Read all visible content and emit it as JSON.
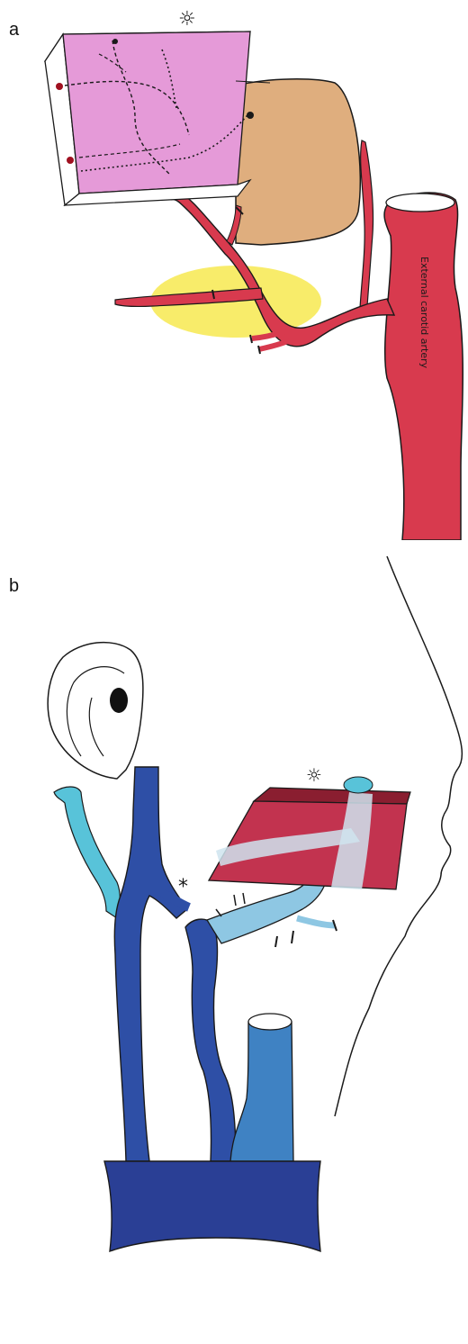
{
  "panels": {
    "a": {
      "letter": "a",
      "artery_label": "External  carotid  artery",
      "star": "☼"
    },
    "b": {
      "letter": "b",
      "star": "☼",
      "asterisk": "*"
    }
  },
  "colors": {
    "artery": "#d83a4e",
    "flap_pink": "#e59ad8",
    "fat_tan": "#dfae7e",
    "gland_yellow": "#f8ec6a",
    "vein_dark": "#2e4fa6",
    "vein_light": "#8ec7e3",
    "vein_cyan": "#58c3d9",
    "muscle_red": "#c2334f",
    "outline": "#1a1a1a"
  }
}
